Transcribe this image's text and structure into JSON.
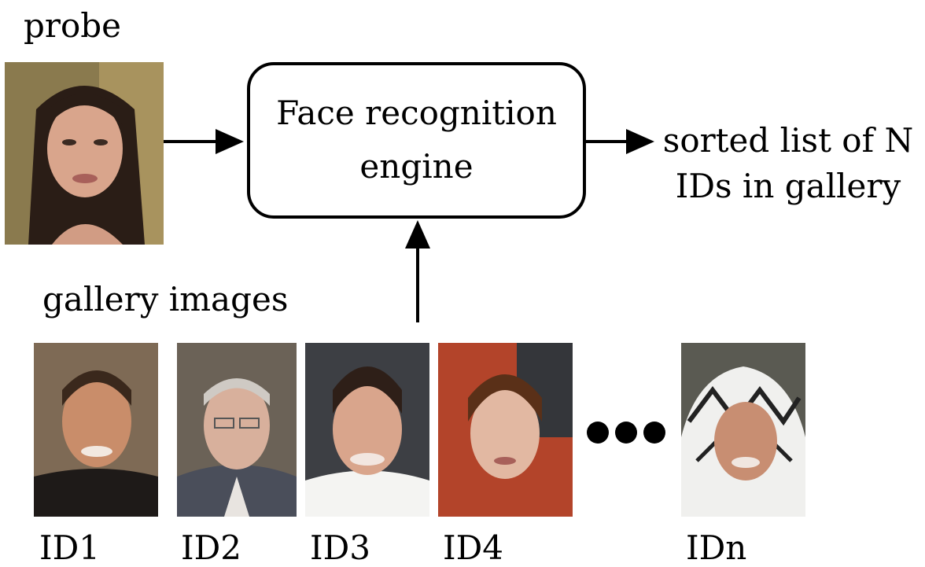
{
  "labels": {
    "probe": "probe",
    "gallery": "gallery images",
    "engine_line1": "Face recognition",
    "engine_line2": "engine",
    "output_line1": "sorted list of N",
    "output_line2": "IDs in gallery"
  },
  "gallery": [
    {
      "id": "ID1"
    },
    {
      "id": "ID2"
    },
    {
      "id": "ID3"
    },
    {
      "id": "ID4"
    },
    {
      "id": "IDn"
    }
  ],
  "colors": {
    "ink": "#000000",
    "background": "#ffffff"
  }
}
